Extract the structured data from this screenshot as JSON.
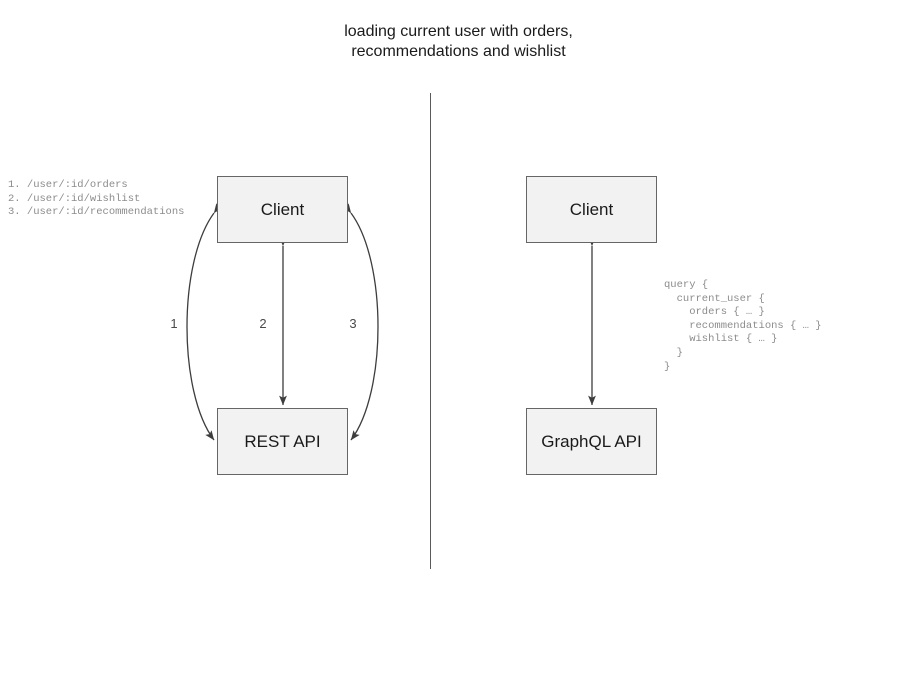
{
  "title": "loading current user with orders,\nrecommendations and wishlist",
  "divider": {
    "label": "vertical-separator"
  },
  "rest_side": {
    "client_box": "Client",
    "api_box": "REST API",
    "endpoints": "1. /user/:id/orders\n2. /user/:id/wishlist\n3. /user/:id/recommendations",
    "arrows": [
      {
        "label": "1",
        "name": "arrow-orders",
        "direction": "bidirectional",
        "shape": "curve-left"
      },
      {
        "label": "2",
        "name": "arrow-wishlist",
        "direction": "bidirectional",
        "shape": "straight"
      },
      {
        "label": "3",
        "name": "arrow-recommendations",
        "direction": "bidirectional",
        "shape": "curve-right"
      }
    ]
  },
  "graphql_side": {
    "client_box": "Client",
    "api_box": "GraphQL API",
    "query": "query {\n  current_user {\n    orders { … }\n    recommendations { … }\n    wishlist { … }\n  }\n}",
    "arrow": {
      "name": "arrow-graphql-query",
      "direction": "bidirectional",
      "shape": "straight"
    }
  },
  "colors": {
    "background": "#ffffff",
    "box_fill": "#f2f2f2",
    "box_border": "#666666",
    "arrow_stroke": "#3d3d3d",
    "code_text": "#8c8c8c",
    "title_text": "#1a1a1a",
    "divider": "#5a5a5a"
  }
}
